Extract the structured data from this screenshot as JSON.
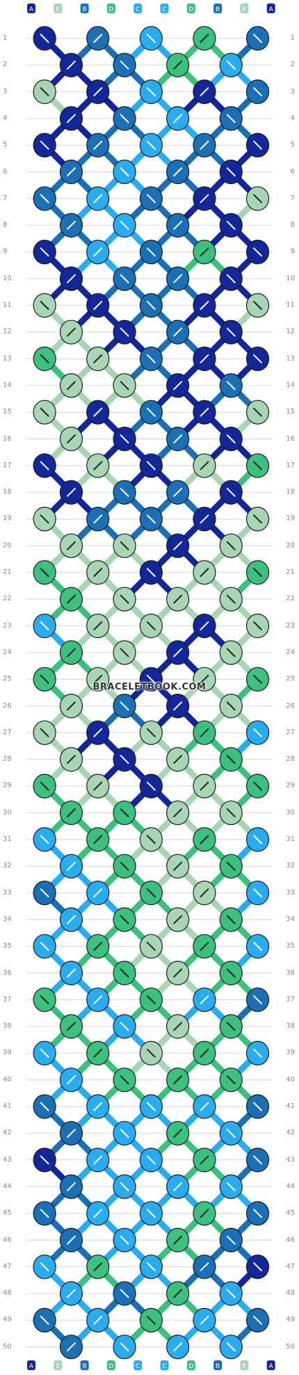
{
  "colors": {
    "A": "#13279a",
    "B": "#1a6fb5",
    "C": "#29adf0",
    "D": "#3cc07e",
    "E": "#a8d6b4"
  },
  "strings": [
    "A",
    "E",
    "B",
    "D",
    "C",
    "C",
    "D",
    "B",
    "E",
    "A"
  ],
  "watermark": "BRACELETBOOK.COM",
  "row_labels": [
    "1",
    "2",
    "3",
    "4",
    "5",
    "6",
    "7",
    "8",
    "9",
    "10",
    "11",
    "12",
    "13",
    "14",
    "15",
    "16",
    "17",
    "18",
    "19",
    "20",
    "21",
    "22",
    "23",
    "24",
    "25",
    "26",
    "27",
    "28",
    "29",
    "30",
    "31",
    "32",
    "33",
    "34",
    "35",
    "36",
    "37",
    "38",
    "39",
    "40",
    "41",
    "42",
    "43",
    "44",
    "45",
    "46",
    "47",
    "48",
    "49",
    "50"
  ],
  "knot_color_rows": [
    "ABCDB",
    "ABDCB",
    "EACAB",
    "ABCBA",
    "ABCBA",
    "BCBAE",
    "BCBAE",
    "BCBAE",
    "ACBDA",
    "ABBAE",
    "EABAE",
    "EABAE",
    "DEBAA",
    "EEABE",
    "EABAE",
    "EABAE",
    "AEAED",
    "ABBAE",
    "EBBAE",
    "EEAED",
    "DEAED",
    "DEEED",
    "CEEAE",
    "DEAED",
    "DEAED",
    "EBAEC",
    "EAEDC",
    "EAEDC",
    "DEAED",
    "DDEEC",
    "CDEDC",
    "CDEDC",
    "BCDEC",
    "CDEDC",
    "CDEDC",
    "CDEDC",
    "DCDCB",
    "DCEDC",
    "CDEDC",
    "CDDDC",
    "BCCCB",
    "BCDCB",
    "ACCDB",
    "BCCCB",
    "BCCDB",
    "BCDBC",
    "CDCBA",
    "CBDCB",
    "BCDCB",
    "BCCCB"
  ]
}
